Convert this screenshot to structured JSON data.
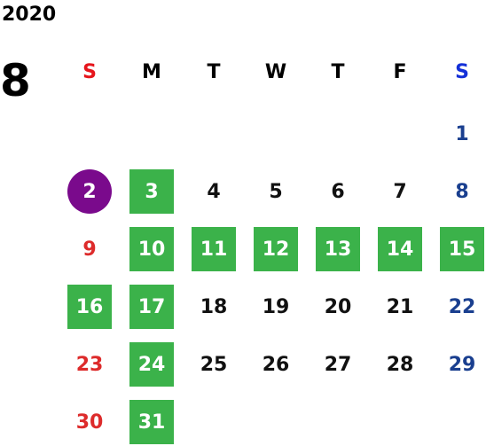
{
  "year": "2020",
  "month": "8",
  "weekdays": [
    "S",
    "M",
    "T",
    "W",
    "T",
    "F",
    "S"
  ],
  "colors": {
    "sunday": "#e6151c",
    "saturday": "#1430d8",
    "highlight": "#3bb24a",
    "today": "#7a0a8c"
  },
  "weeks": [
    [
      null,
      null,
      null,
      null,
      null,
      null,
      {
        "day": "1"
      }
    ],
    [
      {
        "day": "2",
        "state": "today"
      },
      {
        "day": "3",
        "state": "highlighted"
      },
      {
        "day": "4"
      },
      {
        "day": "5"
      },
      {
        "day": "6"
      },
      {
        "day": "7"
      },
      {
        "day": "8"
      }
    ],
    [
      {
        "day": "9"
      },
      {
        "day": "10",
        "state": "highlighted"
      },
      {
        "day": "11",
        "state": "highlighted"
      },
      {
        "day": "12",
        "state": "highlighted"
      },
      {
        "day": "13",
        "state": "highlighted"
      },
      {
        "day": "14",
        "state": "highlighted"
      },
      {
        "day": "15",
        "state": "highlighted"
      }
    ],
    [
      {
        "day": "16",
        "state": "highlighted"
      },
      {
        "day": "17",
        "state": "highlighted"
      },
      {
        "day": "18"
      },
      {
        "day": "19"
      },
      {
        "day": "20"
      },
      {
        "day": "21"
      },
      {
        "day": "22"
      }
    ],
    [
      {
        "day": "23"
      },
      {
        "day": "24",
        "state": "highlighted"
      },
      {
        "day": "25"
      },
      {
        "day": "26"
      },
      {
        "day": "27"
      },
      {
        "day": "28"
      },
      {
        "day": "29"
      }
    ],
    [
      {
        "day": "30"
      },
      {
        "day": "31",
        "state": "highlighted"
      },
      null,
      null,
      null,
      null,
      null
    ]
  ]
}
